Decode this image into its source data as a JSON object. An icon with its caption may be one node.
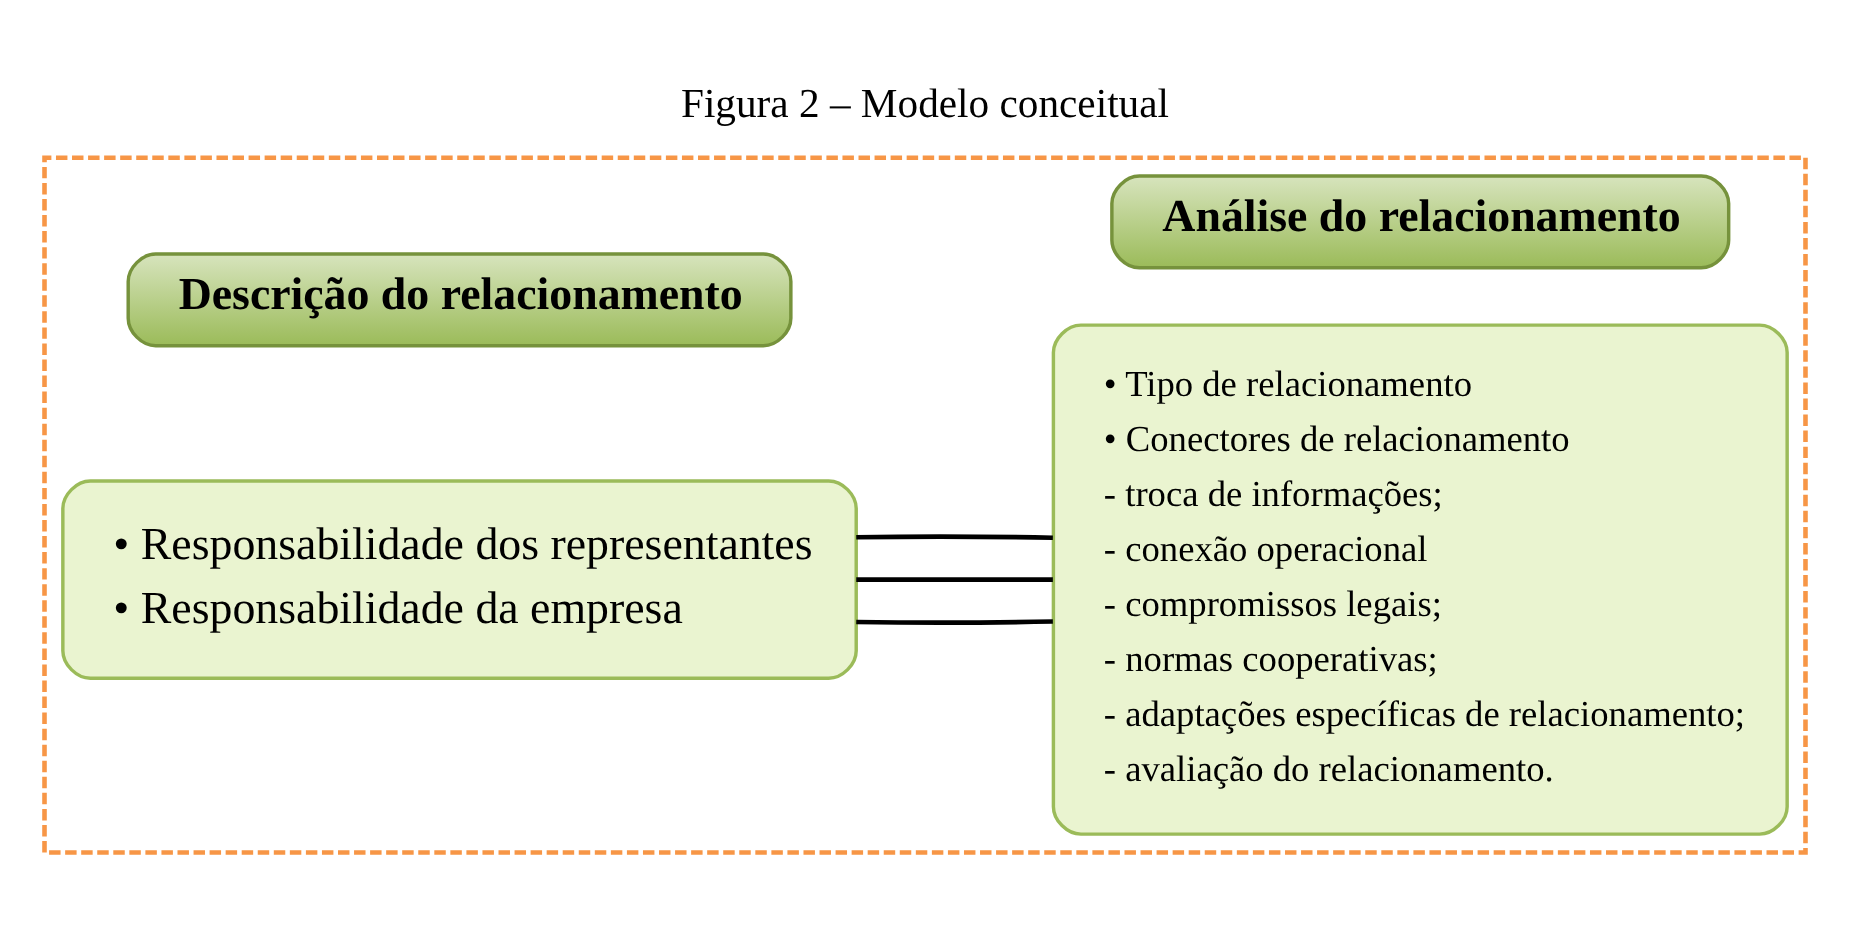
{
  "diagram": {
    "title": "Figura 2 – Modelo conceitual",
    "nodes": [
      {
        "text": [],
        "shape": "box"
      },
      {
        "text": [
          "Descrição do relacionamento"
        ],
        "in": 0
      },
      {
        "text": [
          "• Responsabilidade dos representantes",
          "• Responsabilidade da empresa"
        ],
        "in": 0
      },
      {
        "text": [
          "Análise do relacionamento"
        ],
        "in": 0
      },
      {
        "text": [
          "• Tipo de relacionamento",
          "• Conectores de relacionamento",
          "- troca de informações;",
          "- conexão operacional",
          "- compromissos legais;",
          "- normas cooperativas;",
          "- adaptações específicas de relacionamento;",
          "- avaliação do relacionamento."
        ],
        "in": 0
      }
    ],
    "edges": [
      {
        "from": 2,
        "to": 4,
        "arrow": "none"
      },
      {
        "from": 2,
        "to": 4,
        "arrow": "none"
      },
      {
        "from": 2,
        "to": 4,
        "arrow": "none"
      }
    ]
  }
}
